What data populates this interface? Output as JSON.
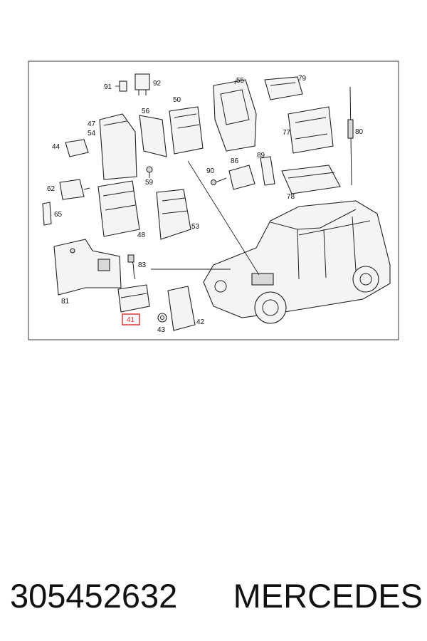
{
  "diagram": {
    "highlight_color": "#e0282e",
    "highlighted_part": "41",
    "labels": {
      "p91": "91",
      "p92": "92",
      "p55": "55",
      "p79": "79",
      "p50": "50",
      "p56": "56",
      "p47": "47",
      "p54": "54",
      "p77": "77",
      "p80": "80",
      "p44": "44",
      "p86": "86",
      "p89": "89",
      "p90": "90",
      "p59": "59",
      "p78": "78",
      "p62": "62",
      "p65": "65",
      "p48": "48",
      "p53": "53",
      "p83": "83",
      "p81": "81",
      "p41": "41",
      "p43": "43",
      "p42": "42"
    }
  },
  "caption": {
    "part_number": "305452632",
    "brand": "MERCEDES"
  }
}
